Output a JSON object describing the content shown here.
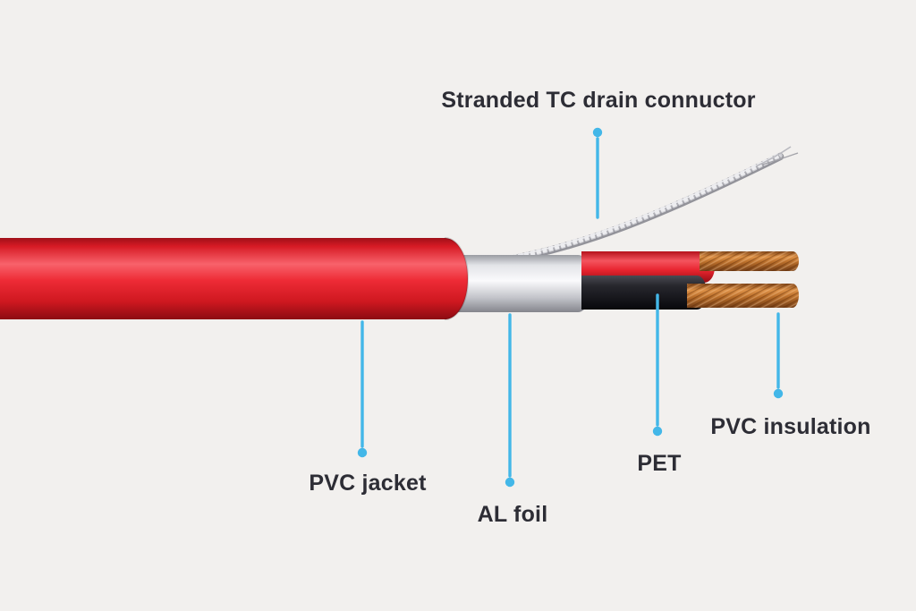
{
  "diagram": {
    "type": "cable-cutaway",
    "labels": {
      "drain": "Stranded TC drain connuctor",
      "jacket": "PVC jacket",
      "foil": "AL foil",
      "pet": "PET",
      "insulation": "PVC insulation"
    },
    "parts": [
      {
        "name": "pvc-jacket",
        "color": "#e3202b"
      },
      {
        "name": "al-foil",
        "color": "#d9dade"
      },
      {
        "name": "pet-wrap",
        "color": "#17171c"
      },
      {
        "name": "red-conductor-insulation",
        "color": "#e3202b"
      },
      {
        "name": "black-conductor-insulation",
        "color": "#17171c"
      },
      {
        "name": "copper-conductor",
        "color": "#b26b2c"
      },
      {
        "name": "tc-drain-wire",
        "color": "#b9b9bf"
      }
    ],
    "colors": {
      "background": "#f2f0ee",
      "leader_line": "#43b7e8",
      "leader_dot": "#43b7e8",
      "label_text": "#2d2d35"
    }
  }
}
